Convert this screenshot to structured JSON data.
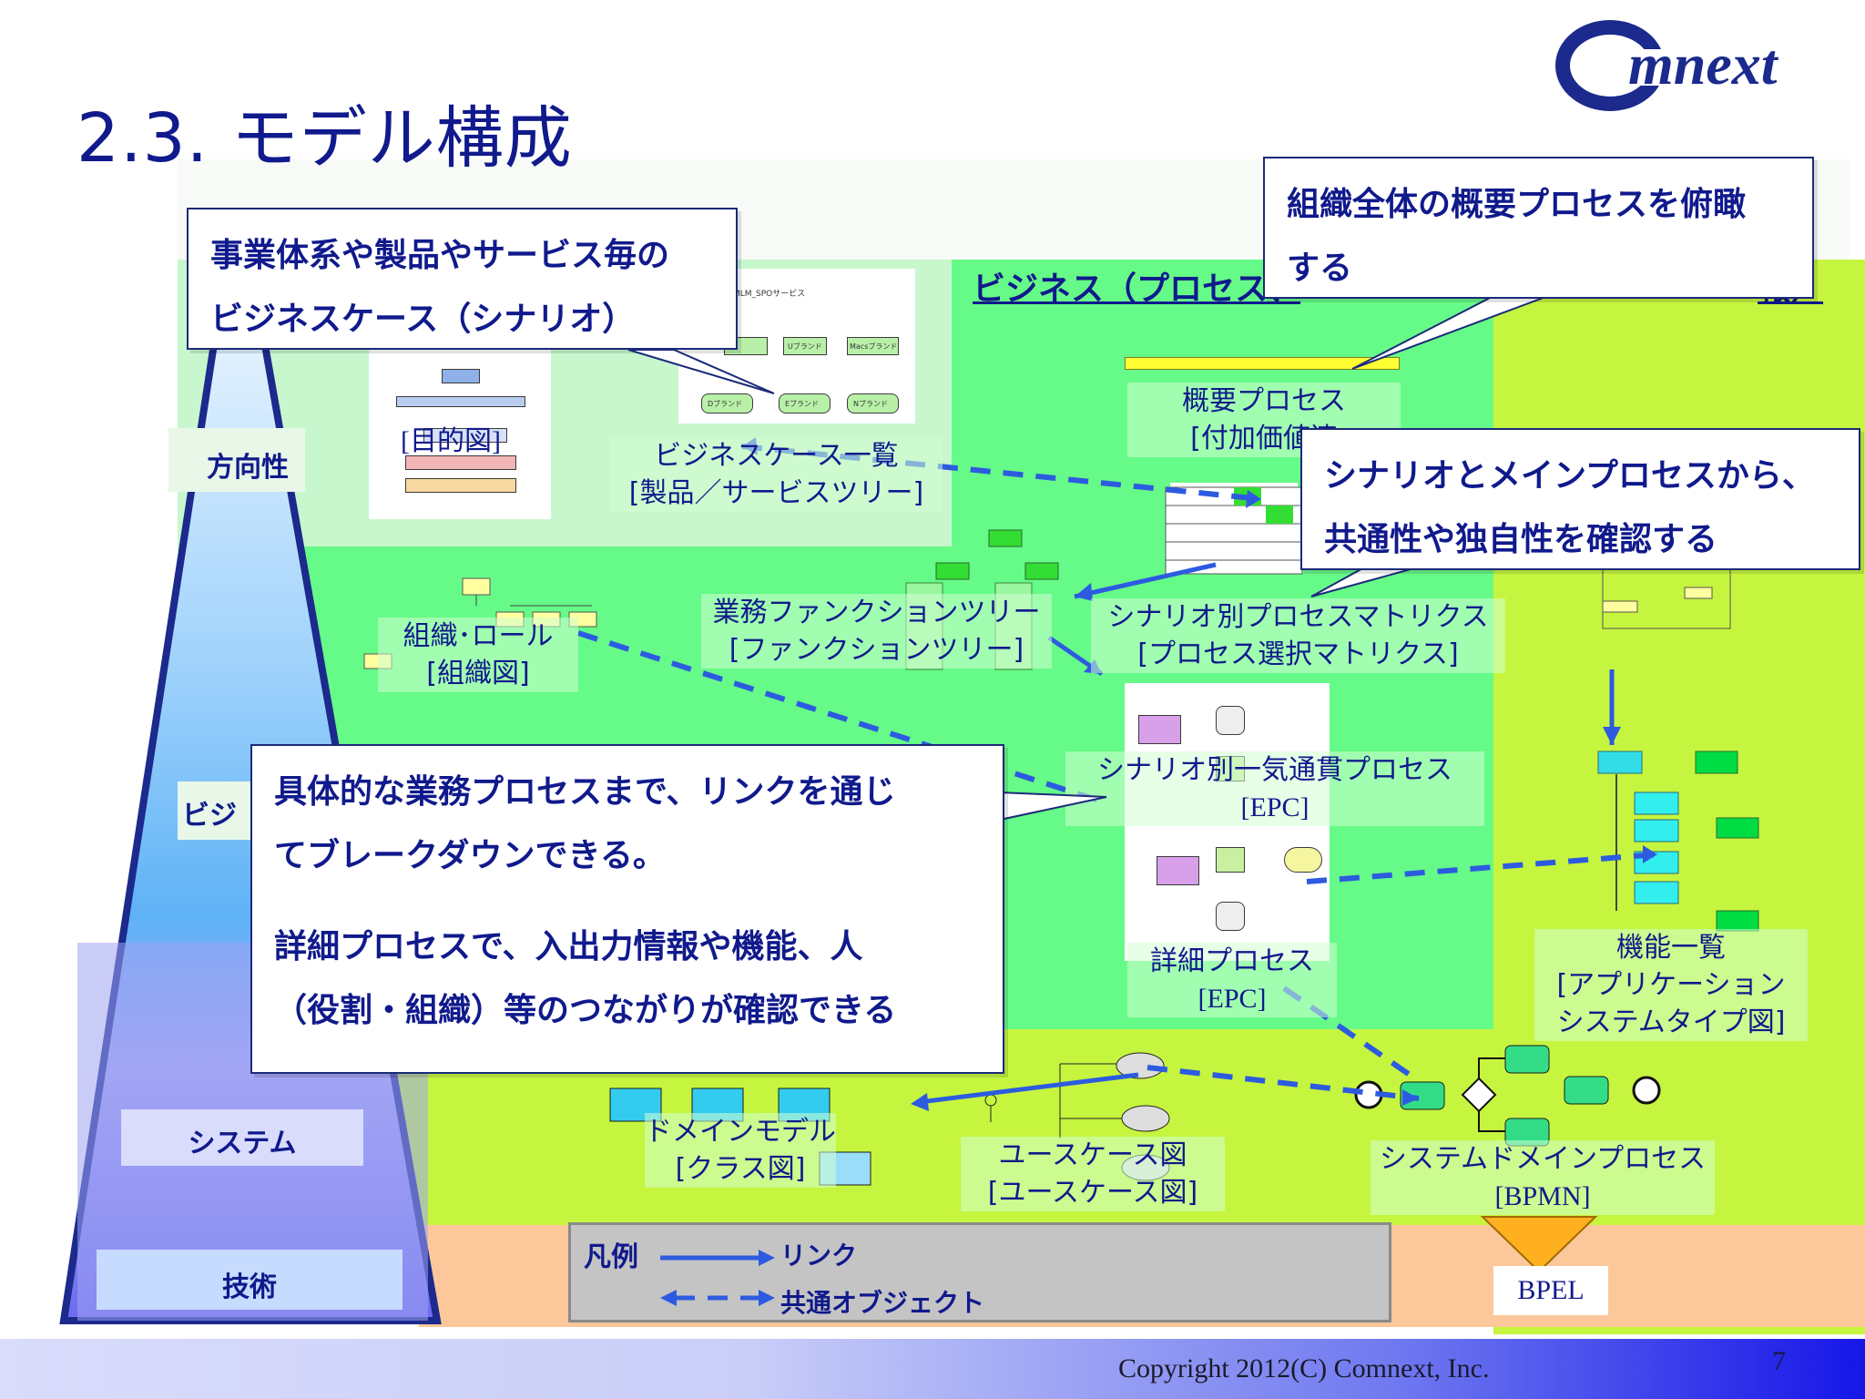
{
  "title": "2.3. モデル構成",
  "logo_text": "Comnext",
  "layers": {
    "direction": "方向性",
    "business_partial": "ビジ",
    "system": "システム",
    "technology": "技術"
  },
  "layer_title_business": "ビジネス（プロセス、",
  "layer_title_right": "報）",
  "models": {
    "purpose": "[目的図]",
    "business_case_list": {
      "line1": "ビジネスケース一覧",
      "line2": "[製品／サービスツリー]"
    },
    "overview_process": {
      "line1": "概要プロセス",
      "line2": "[付加価値連"
    },
    "org_role": {
      "line1": "組織･ロール",
      "line2": "[組織図]"
    },
    "function_tree": {
      "line1": "業務ファンクションツリー",
      "line2": "[ファンクションツリー]"
    },
    "scenario_matrix": {
      "line1": "シナリオ別プロセスマトリクス",
      "line2": "[プロセス選択マトリクス]"
    },
    "scenario_e2e": {
      "line1": "シナリオ別一気通貫プロセス",
      "line2": "[EPC]"
    },
    "detail_process": {
      "line1": "詳細プロセス",
      "line2": "[EPC]"
    },
    "function_list": {
      "line1": "機能一覧",
      "line2": "[アプリケーション",
      "line3": "システムタイプ図]"
    },
    "domain_model": {
      "line1": "ドメインモデル",
      "line2": "[クラス図]"
    },
    "usecase": {
      "line1": "ユースケース図",
      "line2": "[ユースケース図]"
    },
    "system_domain_process": {
      "line1": "システムドメインプロセス",
      "line2": "[BPMN]"
    },
    "bpel": "BPEL"
  },
  "callouts": {
    "business_case": {
      "line1": "事業体系や製品やサービス毎の",
      "line2": "ビジネスケース（シナリオ）"
    },
    "overview": {
      "line1": "組織全体の概要プロセスを俯瞰",
      "line2": "する"
    },
    "scenario": {
      "line1": "シナリオとメインプロセスから、",
      "line2": "共通性や独自性を確認する"
    },
    "breakdown": {
      "line1": "具体的な業務プロセスまで、リンクを通じ",
      "line2": "てブレークダウンできる。",
      "line3": "詳細プロセスで、入出力情報や機能、人",
      "line4": "（役割・組織）等のつながりが確認できる"
    }
  },
  "legend": {
    "title": "凡例",
    "link": "リンク",
    "common_object": "共通オブジェクト"
  },
  "thumbnail_text": {
    "mlm_spo": "MLM_SPOサービス",
    "brand_u": "Uブランド",
    "brand_m": "Macsブランド",
    "brand_d": "Dブランド",
    "brand_e": "Eブランド",
    "brand_n": "Nブランド"
  },
  "footer": {
    "copyright": "Copyright 2012(C) Comnext, Inc.",
    "page": "7"
  },
  "colors": {
    "title": "#101a8c",
    "green_zone": "#66fa88",
    "lime_zone": "#c6f53f",
    "tech_zone": "#fcc79a",
    "link_arrow": "#2d5be0"
  }
}
